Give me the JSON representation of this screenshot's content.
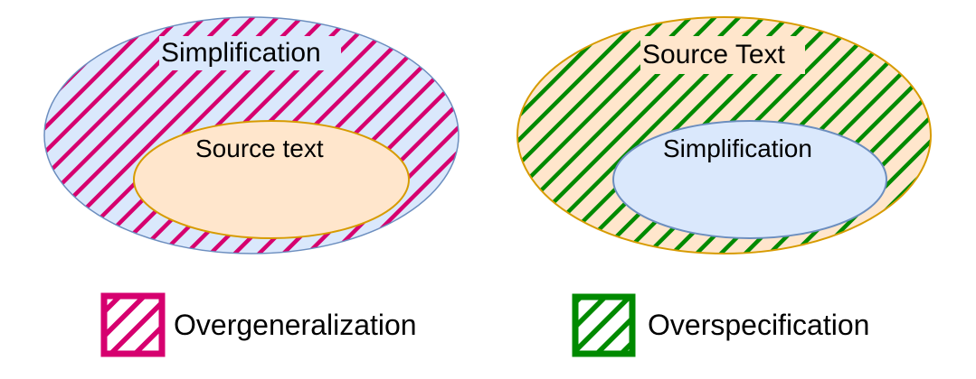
{
  "colors": {
    "overgeneralization": "#d6006f",
    "overspecification": "#008a00",
    "simplification_fill": "#dae8fc",
    "simplification_stroke": "#6c8ebf",
    "source_fill": "#ffe6cc",
    "source_stroke": "#d79b00"
  },
  "left_diagram": {
    "outer_label": "Simplification",
    "inner_label": "Source text",
    "hatch": "overgeneralization"
  },
  "right_diagram": {
    "outer_label": "Source Text",
    "inner_label": "Simplification",
    "hatch": "overspecification"
  },
  "legend": {
    "items": [
      {
        "label": "Overgeneralization",
        "color": "#d6006f",
        "icon": "hatched-square-icon"
      },
      {
        "label": "Overspecification",
        "color": "#008a00",
        "icon": "hatched-square-icon"
      }
    ]
  }
}
